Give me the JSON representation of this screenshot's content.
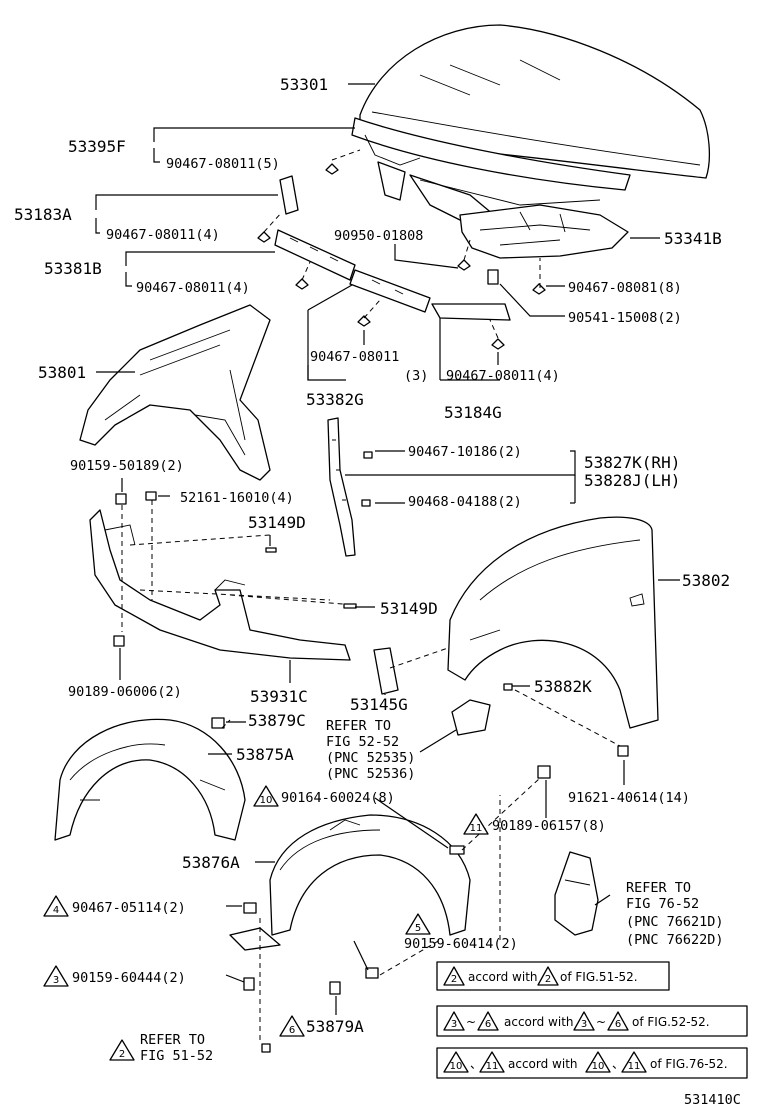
{
  "labels": {
    "p53301": "53301",
    "p53395F": "53395F",
    "p90467_08011_5": "90467-08011(5)",
    "p53183A": "53183A",
    "p90467_08011_4a": "90467-08011(4)",
    "p90950_01808": "90950-01808",
    "p53341B": "53341B",
    "p53381B": "53381B",
    "p90467_08011_4b": "90467-08011(4)",
    "p90467_08081_8": "90467-08081(8)",
    "p90541_15008_2": "90541-15008(2)",
    "p53801": "53801",
    "p90467_08011_3a": "90467-08011",
    "p90467_08011_3b": "(3)",
    "p90467_08011_4c": "90467-08011(4)",
    "p53382G": "53382G",
    "p53184G": "53184G",
    "p90467_10186_2": "90467-10186(2)",
    "p53827K": "53827K(RH)",
    "p53828J": "53828J(LH)",
    "p90159_50189_2": "90159-50189(2)",
    "p52161_16010_4": "52161-16010(4)",
    "p90468_04188_2": "90468-04188(2)",
    "p53149D_a": "53149D",
    "p53802": "53802",
    "p53149D_b": "53149D",
    "p90189_06006_2": "90189-06006(2)",
    "p53931C": "53931C",
    "p53145G": "53145G",
    "p53882K": "53882K",
    "p53879C": "53879C",
    "refer_52_a": "REFER TO",
    "refer_52_b": "FIG 52-52",
    "refer_52_c": "(PNC 52535)",
    "refer_52_d": "(PNC 52536)",
    "p53875A": "53875A",
    "p90164_60024_8": "90164-60024(8)",
    "p91621_40614_14": "91621-40614(14)",
    "p90189_06157_8": "90189-06157(8)",
    "p53876A": "53876A",
    "refer_76_a": "REFER TO",
    "refer_76_b": "FIG 76-52",
    "refer_76_c": "(PNC 76621D)",
    "refer_76_d": "(PNC 76622D)",
    "p90467_05114_2": "90467-05114(2)",
    "p90159_60414_2": "90159-60414(2)",
    "p90159_60444_2": "90159-60444(2)",
    "p53879A": "53879A",
    "refer_51_a": "REFER TO",
    "refer_51_b": "FIG 51-52",
    "diagram_code": "531410C"
  },
  "markers": {
    "m10_90164": "10",
    "m11_90189": "11",
    "m4_90467": "4",
    "m5_90159": "5",
    "m3_90159": "3",
    "m6_53879A": "6",
    "m2_refer": "2"
  },
  "notes": {
    "note1": {
      "m1": "2",
      "text_a": "accord with",
      "m2": "2",
      "text_b": "of FIG.51-52."
    },
    "note2": {
      "m1": "3",
      "sep": "~",
      "m2": "6",
      "text_a": "accord with",
      "m3": "3",
      "sep2": "~",
      "m4": "6",
      "text_b": "of FIG.52-52."
    },
    "note3": {
      "m1": "10",
      "sep": "、",
      "m2": "11",
      "text_a": "accord with",
      "m3": "10",
      "sep2": "、",
      "m4": "11",
      "text_b": "of FIG.76-52."
    }
  }
}
